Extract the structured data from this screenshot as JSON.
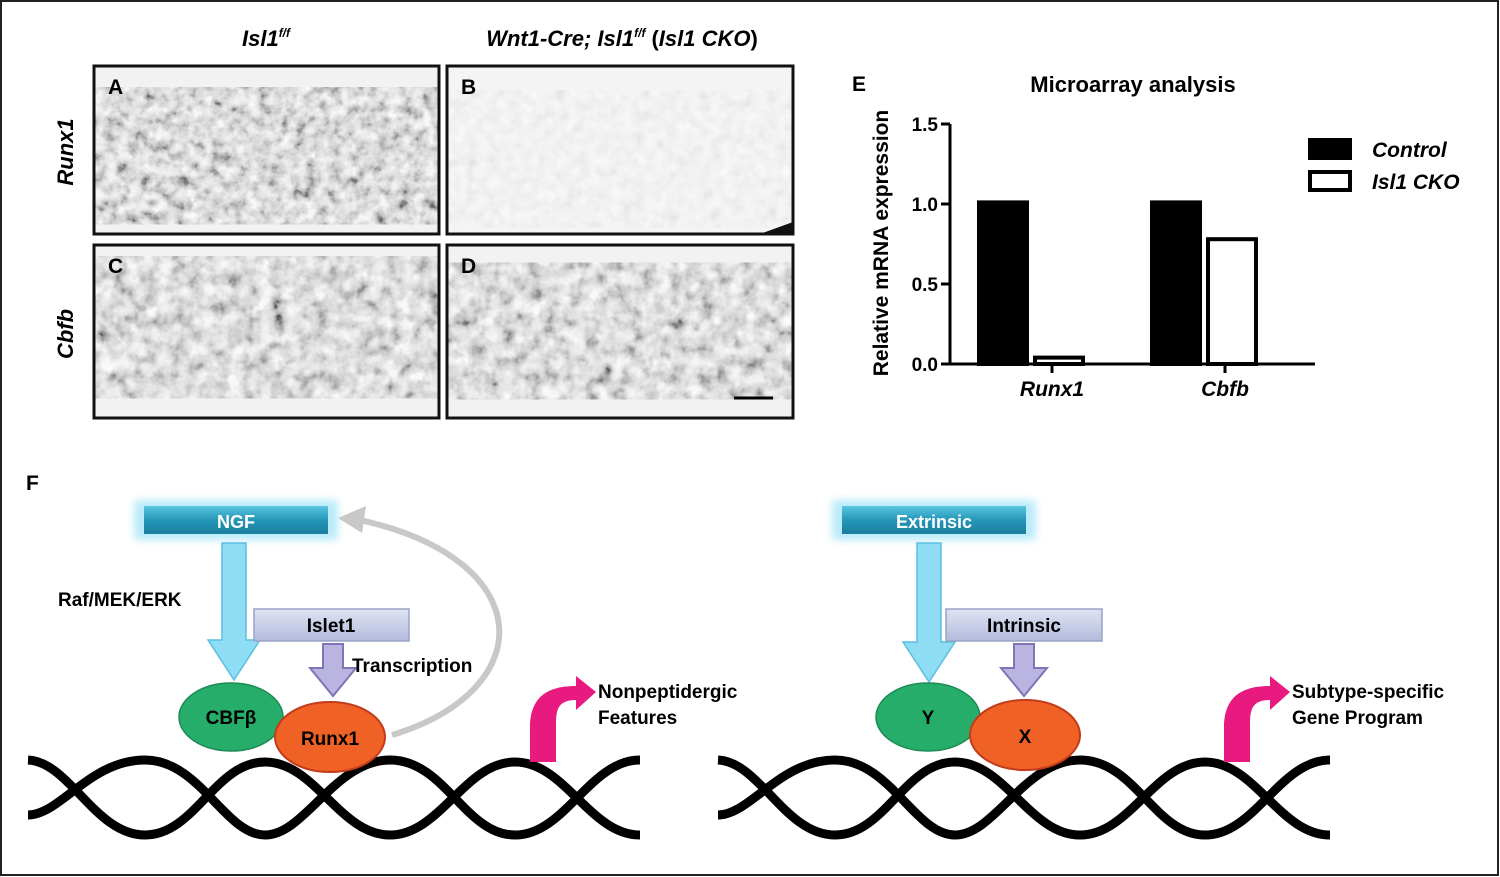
{
  "column_headers": {
    "control_main": "Isl1",
    "control_sup": "f/f",
    "cko_main": "Wnt1-Cre; Isl1",
    "cko_sup": "f/f",
    "cko_paren_open": "(",
    "cko_paren_label": "Isl1 CKO",
    "cko_paren_close": ")"
  },
  "row_labels": {
    "top": "Runx1",
    "bottom": "Cbfb"
  },
  "panel_letters": {
    "A": "A",
    "B": "B",
    "C": "C",
    "D": "D",
    "E": "E",
    "F": "F"
  },
  "micrographs": [
    {
      "id": "A",
      "stain_level": 0.8
    },
    {
      "id": "B",
      "stain_level": 0.35
    },
    {
      "id": "C",
      "stain_level": 0.9
    },
    {
      "id": "D",
      "stain_level": 0.9
    }
  ],
  "chart_data": {
    "type": "bar",
    "title": "Microarray analysis",
    "ylabel": "Relative mRNA expression",
    "xlabel": "",
    "categories": [
      "Runx1",
      "Cbfb"
    ],
    "series": [
      {
        "name": "Control",
        "values": [
          1.01,
          1.01
        ],
        "fill": "#000000"
      },
      {
        "name": "Isl1 CKO",
        "values": [
          0.04,
          0.78
        ],
        "fill": "#ffffff"
      }
    ],
    "ylim": [
      0,
      1.5
    ],
    "yticks": [
      "0.0",
      "0.5",
      "1.0",
      "1.5"
    ],
    "legend_position": "top-right",
    "grid": false
  },
  "diagram_left": {
    "signal": "NGF",
    "pathway": "Raf/MEK/ERK",
    "regulator": "Islet1",
    "regulator_action": "Transcription",
    "cofactor": "CBFβ",
    "factor": "Runx1",
    "output_line1": "Nonpeptidergic",
    "output_line2": "Features"
  },
  "diagram_right": {
    "signal": "Extrinsic",
    "regulator": "Intrinsic",
    "cofactor": "Y",
    "factor": "X",
    "output_line1": "Subtype-specific",
    "output_line2": "Gene Program"
  },
  "colors": {
    "signal_box": "#2aa3c4",
    "signal_arrow": "#8fdcf5",
    "regulator_box": "#c4cbe6",
    "regulator_arrow": "#b9b4e0",
    "cofactor": "#26ad6a",
    "factor": "#f06126",
    "output_arrow": "#e8197f",
    "feedback_arrow": "#c8c8c8"
  }
}
